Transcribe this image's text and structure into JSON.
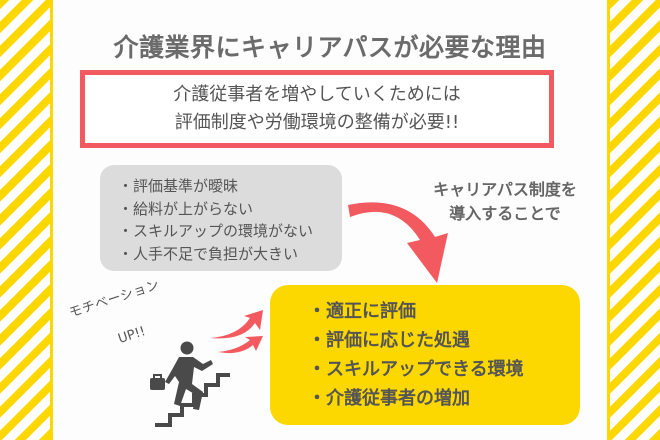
{
  "title": "介護業界にキャリアパスが必要な理由",
  "highlight": {
    "line1": "介護従事者を増やしていくためには",
    "line2": "評価制度や労働環境の整備が必要!!"
  },
  "problems": {
    "items": [
      "・評価基準が曖昧",
      "・給料が上がらない",
      "・スキルアップの環境がない",
      "・人手不足で負担が大きい"
    ]
  },
  "transition": {
    "line1": "キャリアパス制度を",
    "line2": "導入することで"
  },
  "benefits": {
    "items": [
      "・適正に評価",
      "・評価に応じた処遇",
      "・スキルアップできる環境",
      "・介護従事者の増加"
    ]
  },
  "illustration": {
    "caption_line1": "モチベーション",
    "caption_line2": "UP!!"
  },
  "colors": {
    "stripe": "#fcd800",
    "accent_red": "#f25a5f",
    "gray_box": "#dcdcdc",
    "yellow_box": "#fcd800"
  }
}
